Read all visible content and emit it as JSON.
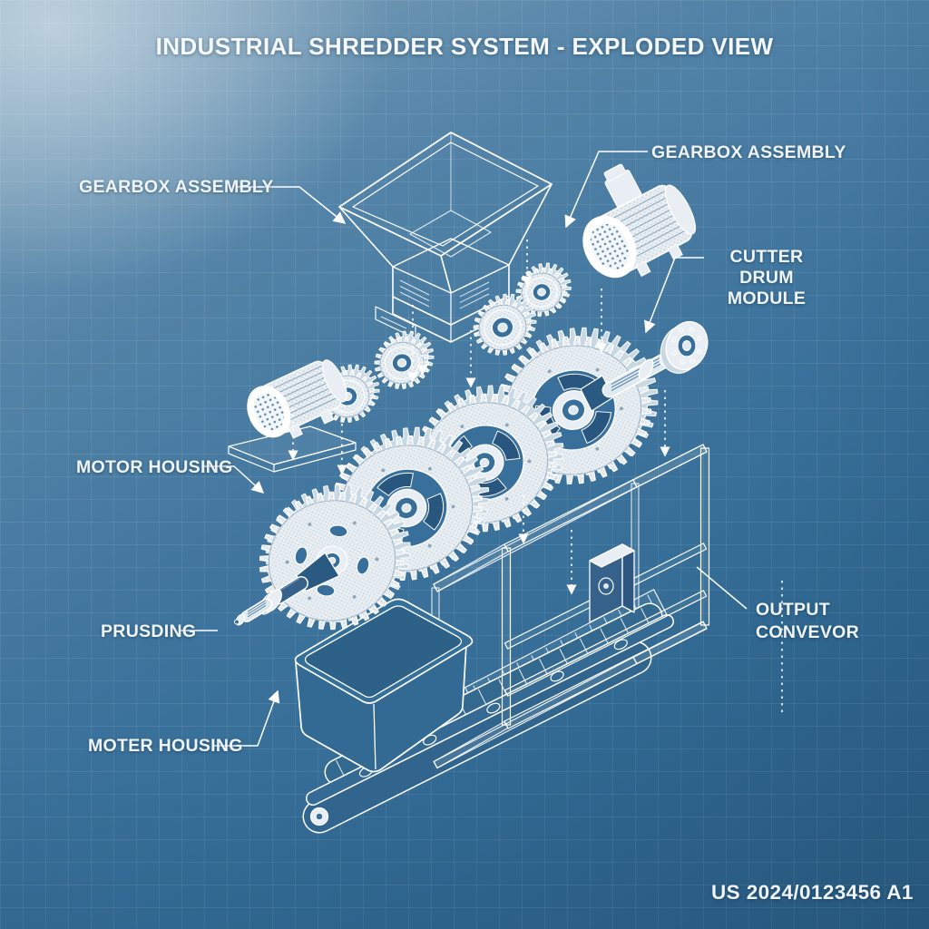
{
  "title": "INDUSTRIAL SHREDDER SYSTEM - EXPLODED VIEW",
  "labels": {
    "gearbox_left": "GEARBOX ASSEMBLY",
    "gearbox_right": "GEARBOX ASSEMBLY",
    "cutter_drum_line1": "CUTTER DRUM",
    "cutter_drum_line2": "MODULE",
    "motor_housing": "MOTOR HOUSING",
    "prusding": "PRUSDING",
    "moter_housing": "MOTER HOUSING",
    "output_line1": "OUTPUT",
    "output_line2": "CONVEVOR"
  },
  "footer": {
    "patent_number": "US 2024/0123456 A1"
  },
  "colors": {
    "background_base": "#38709b",
    "background_light": "#85a6bc",
    "background_dark": "#2c618a",
    "line_art": "#ffffff",
    "grid_line": "rgba(255,255,255,0.075)"
  }
}
